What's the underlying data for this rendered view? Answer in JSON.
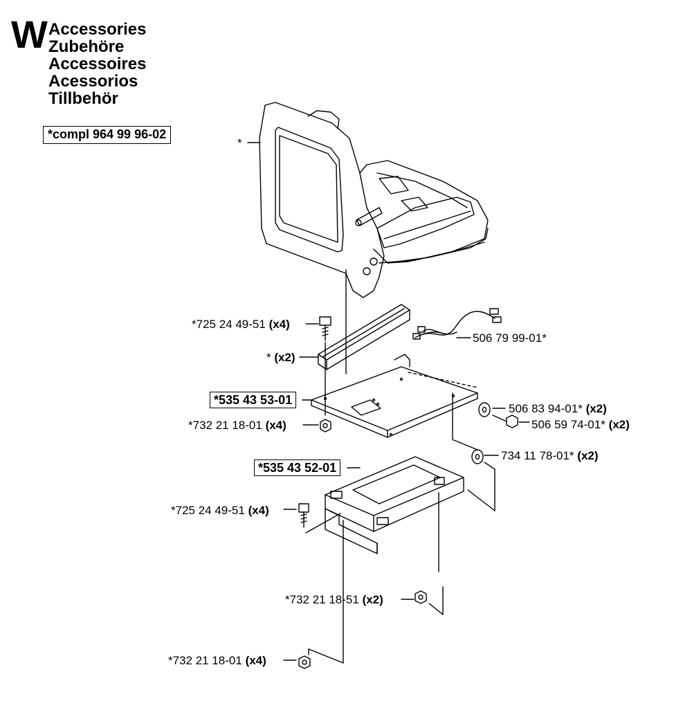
{
  "header": {
    "section_letter": "W",
    "titles": [
      "Accessories",
      "Zubehöre",
      "Accessoires",
      "Acessorios",
      "Tillbehör"
    ],
    "compl_label": "*compl 964 99 96-02"
  },
  "callouts": {
    "seat_star": "*",
    "bolt_top_num": "*725 24 49-51",
    "bolt_top_qty": "(x4)",
    "rail_star": "*",
    "rail_qty": "(x2)",
    "harness_num": "506 79 99-01*",
    "plate_num": "*535 43 53-01",
    "nut_top_num": "*732 21 18-01",
    "nut_top_qty": "(x4)",
    "washer_a_num": "506 83 94-01*",
    "washer_a_qty": "(x2)",
    "bolt_side_num": "506 59 74-01*",
    "bolt_side_qty": "(x2)",
    "washer_b_num": "734 11 78-01*",
    "washer_b_qty": "(x2)",
    "bracket_num": "*535 43 52-01",
    "bolt_low_num": "*725 24 49-51",
    "bolt_low_qty": "(x4)",
    "nut_mid_num": "*732 21 18-51",
    "nut_mid_qty": "(x2)",
    "nut_bot_num": "*732 21 18-01",
    "nut_bot_qty": "(x4)"
  },
  "colors": {
    "line": "#000000",
    "background": "#ffffff"
  }
}
